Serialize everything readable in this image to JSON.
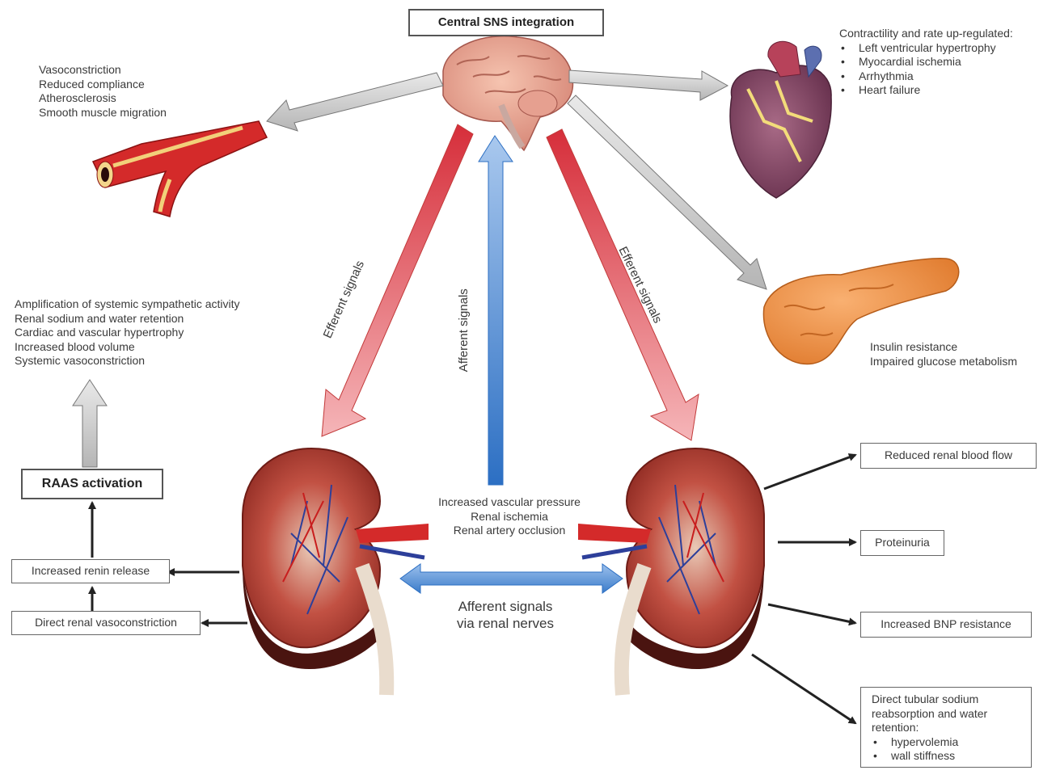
{
  "title": "Central SNS integration",
  "vessel_effects": [
    "Vasoconstriction",
    "Reduced compliance",
    "Atherosclerosis",
    "Smooth muscle migration"
  ],
  "heart": {
    "heading": "Contractility and rate up-regulated:",
    "items": [
      "Left ventricular hypertrophy",
      "Myocardial ischemia",
      "Arrhythmia",
      "Heart failure"
    ]
  },
  "pancreas_effects": [
    "Insulin resistance",
    "Impaired glucose metabolism"
  ],
  "systemic_effects": [
    "Amplification of systemic sympathetic activity",
    "Renal sodium and water retention",
    "Cardiac and vascular hypertrophy",
    "Increased blood volume",
    "Systemic vasoconstriction"
  ],
  "raas": "RAAS activation",
  "renin": "Increased renin release",
  "direct_vaso": "Direct renal vasoconstriction",
  "efferent_left": "Efferent signals",
  "efferent_right": "Efferent signals",
  "afferent_vertical": "Afferent signals",
  "center_triggers": [
    "Increased vascular pressure",
    "Renal ischemia",
    "Renal artery occlusion"
  ],
  "afferent_nerves": [
    "Afferent signals",
    "via renal nerves"
  ],
  "right_outcomes": {
    "reduced_flow": "Reduced renal blood flow",
    "proteinuria": "Proteinuria",
    "bnp": "Increased BNP resistance",
    "tubular_lines": [
      "Direct tubular sodium",
      "reabsorption and water",
      "retention:"
    ],
    "tubular_items": [
      "hypervolemia",
      "wall stiffness"
    ]
  },
  "colors": {
    "efferent": "#e2474f",
    "afferent": "#3d7cc9",
    "grey_arrow": "#c8c8c8",
    "tissue": "#b8372b"
  },
  "icons": [
    "brain-illustration",
    "heart-illustration",
    "artery-illustration",
    "pancreas-illustration",
    "kidney-illustration"
  ]
}
